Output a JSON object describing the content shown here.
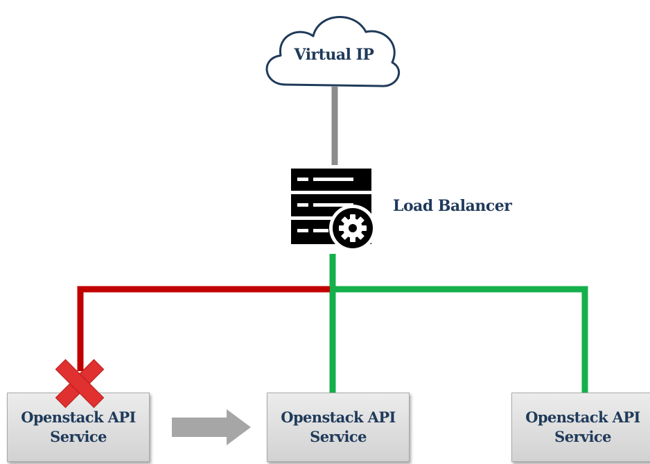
{
  "nodes": {
    "virtual_ip": {
      "label": "Virtual IP"
    },
    "load_balancer": {
      "label": "Load Balancer"
    },
    "services": [
      {
        "line1": "Openstack API",
        "line2": "Service",
        "status": "failed"
      },
      {
        "line1": "Openstack API",
        "line2": "Service",
        "status": "active"
      },
      {
        "line1": "Openstack API",
        "line2": "Service",
        "status": "active"
      }
    ]
  },
  "colors": {
    "label_text": "#1f3a5a",
    "link_gray": "#8c8c8c",
    "link_failed": "#c00000",
    "link_active": "#14b04b",
    "failure_mark": "#e03030",
    "arrow": "#a6a6a6",
    "server_icon": "#000000"
  },
  "icons": [
    "cloud-icon",
    "server-gear-icon",
    "failure-x-icon",
    "failover-arrow-icon"
  ]
}
